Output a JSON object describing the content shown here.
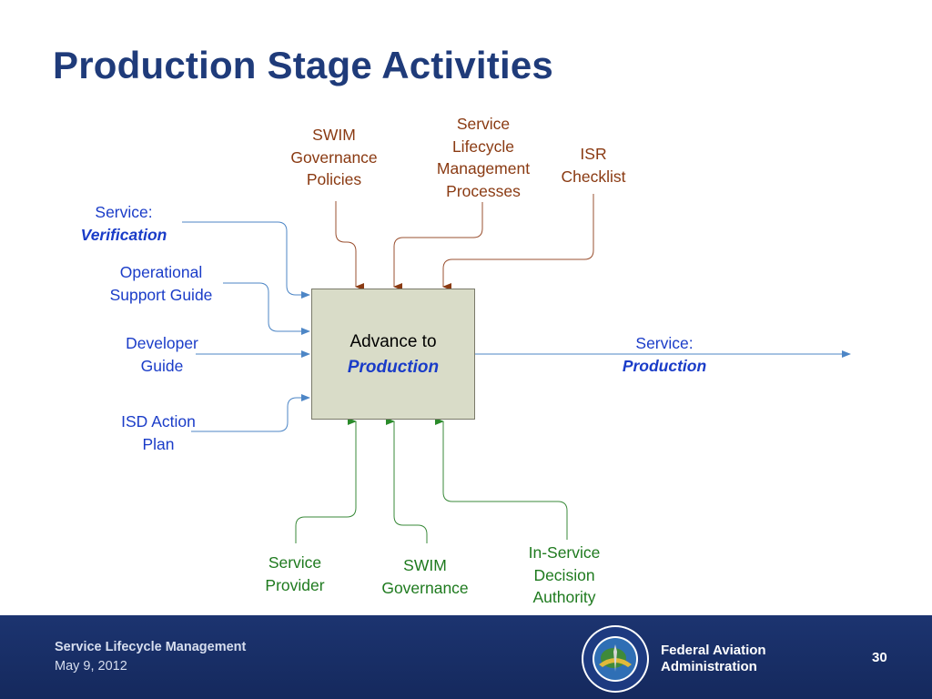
{
  "slide": {
    "title": "Production Stage Activities"
  },
  "process": {
    "line1": "Advance to",
    "line2": "Production"
  },
  "inputs": {
    "verification": {
      "line1": "Service:",
      "line2": "Verification"
    },
    "ops_guide": {
      "line1": "Operational",
      "line2": "Support Guide"
    },
    "dev_guide": {
      "line1": "Developer",
      "line2": "Guide"
    },
    "isd_plan": {
      "line1": "ISD Action",
      "line2": "Plan"
    }
  },
  "output": {
    "line1": "Service:",
    "line2": "Production"
  },
  "controls": {
    "swim_policies": {
      "line1": "SWIM",
      "line2": "Governance",
      "line3": "Policies"
    },
    "slm_processes": {
      "line1": "Service",
      "line2": "Lifecycle",
      "line3": "Management",
      "line4": "Processes"
    },
    "isr_checklist": {
      "line1": "ISR",
      "line2": "Checklist"
    }
  },
  "mechanisms": {
    "service_provider": {
      "line1": "Service",
      "line2": "Provider"
    },
    "swim_governance": {
      "line1": "SWIM",
      "line2": "Governance"
    },
    "isd_authority": {
      "line1": "In-Service",
      "line2": "Decision",
      "line3": "Authority"
    }
  },
  "footer": {
    "title": "Service Lifecycle Management",
    "date": "May 9, 2012",
    "org_line1": "Federal Aviation",
    "org_line2": "Administration",
    "page_number": "30"
  },
  "colors": {
    "title": "#1f3b7a",
    "input_text": "#1a3cc8",
    "control_text": "#8a3a12",
    "mechanism_text": "#1e7a1e",
    "input_line": "#4d86c6",
    "control_line": "#9a5030",
    "mechanism_line": "#3a8a3a",
    "box_fill": "#d9dcc8",
    "footer_bg": "#1c3470"
  },
  "icons": {
    "seal": "faa-seal-icon"
  }
}
